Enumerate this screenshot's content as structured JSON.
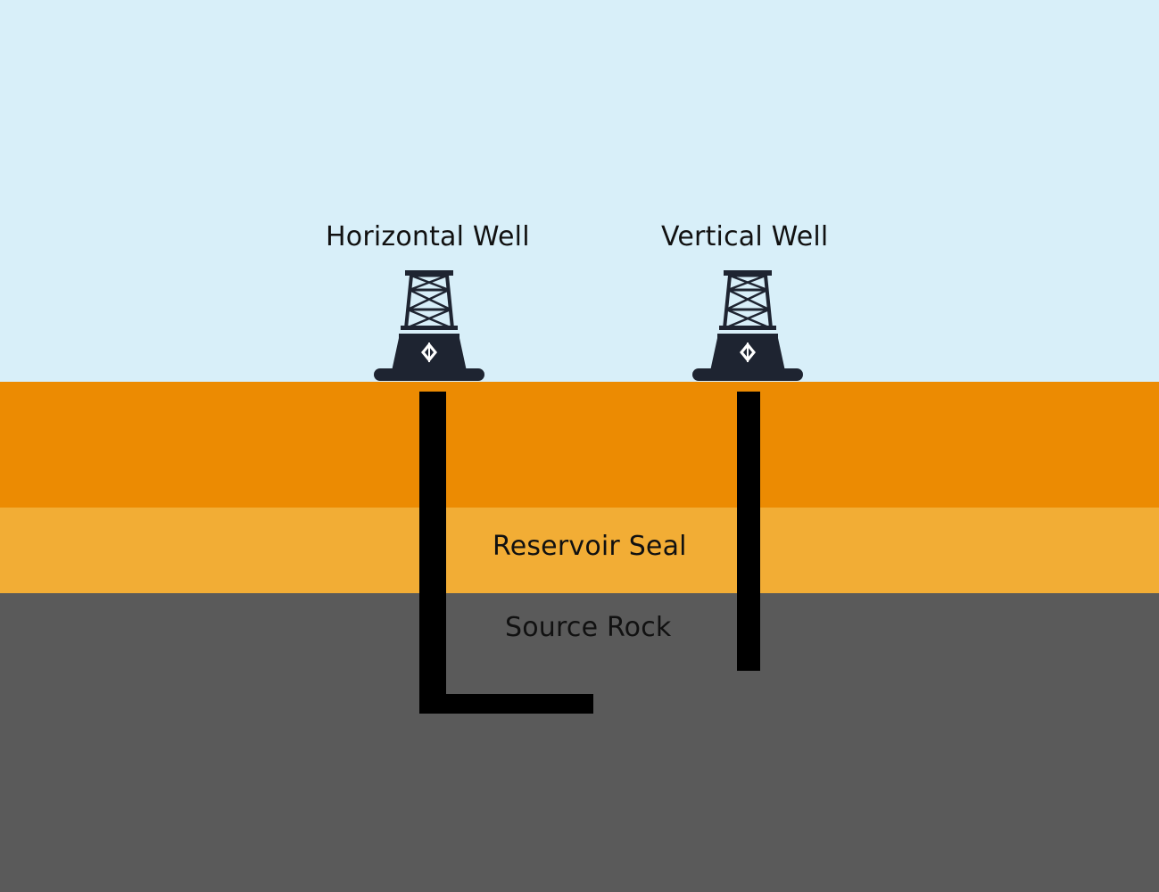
{
  "labels": {
    "horizontal_well": "Horizontal Well",
    "vertical_well": "Vertical Well",
    "reservoir_seal": "Reservoir Seal",
    "source_rock": "Source Rock"
  },
  "colors": {
    "sky": "#d8eff9",
    "surface_layer": "#ec8b02",
    "seal_layer": "#f2ad35",
    "source_rock": "#5a5a5a",
    "well_pipe": "#000000",
    "rig": "#1e2431",
    "rig_accent": "#ffffff"
  },
  "icons": {
    "rig": "oil-derrick-icon"
  }
}
